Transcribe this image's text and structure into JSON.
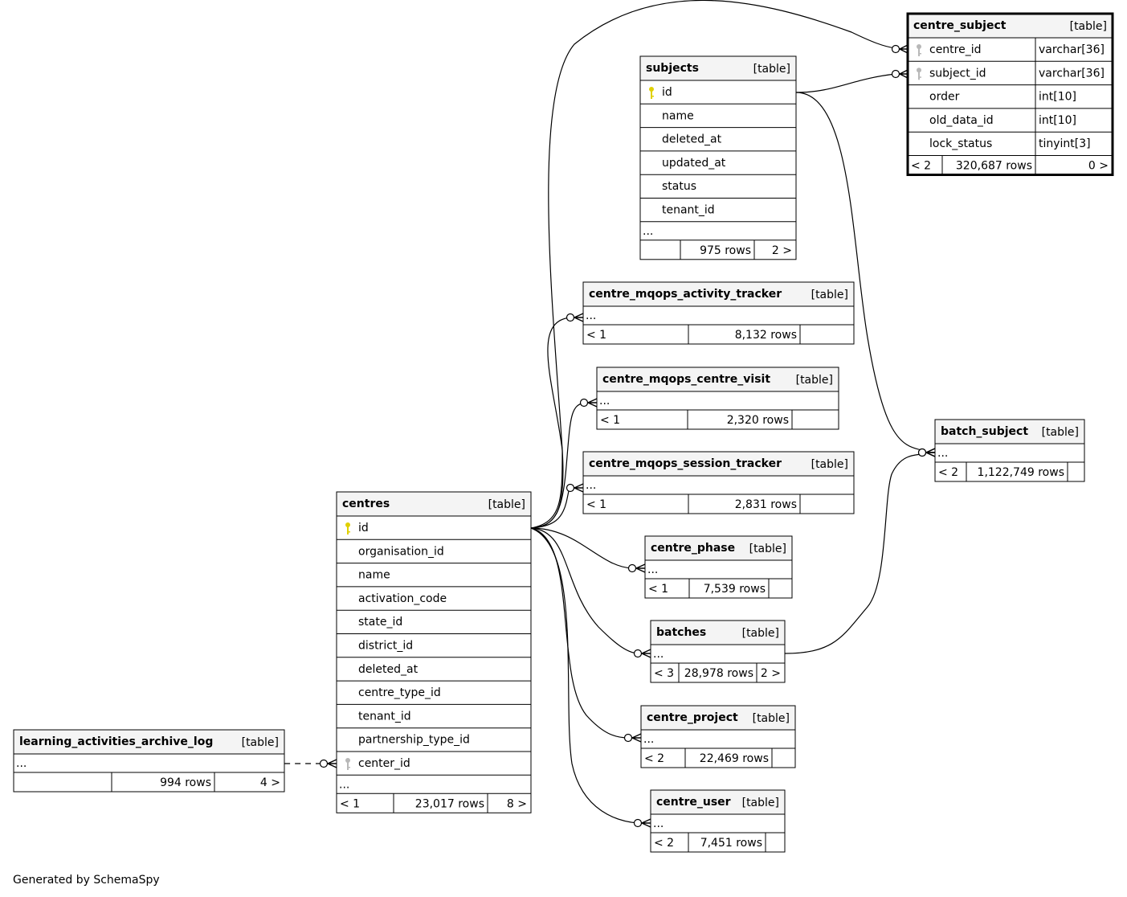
{
  "footer": "Generated by SchemaSpy",
  "type_label": "[table]",
  "ellipsis": "...",
  "colors": {
    "primary_key": "#e0d000",
    "foreign_key": "#b8b8b8",
    "header_bg": "#f4f4f4"
  },
  "tables": {
    "centre_subject": {
      "name": "centre_subject",
      "focus": true,
      "columns": [
        {
          "name": "centre_id",
          "type": "varchar[36]",
          "key": "foreign"
        },
        {
          "name": "subject_id",
          "type": "varchar[36]",
          "key": "foreign"
        },
        {
          "name": "order",
          "type": "int[10]",
          "key": ""
        },
        {
          "name": "old_data_id",
          "type": "int[10]",
          "key": ""
        },
        {
          "name": "lock_status",
          "type": "tinyint[3]",
          "key": ""
        }
      ],
      "footer": {
        "parents": "< 2",
        "rows": "320,687 rows",
        "children": "0 >"
      }
    },
    "subjects": {
      "name": "subjects",
      "columns": [
        {
          "name": "id",
          "key": "primary"
        },
        {
          "name": "name",
          "key": ""
        },
        {
          "name": "deleted_at",
          "key": ""
        },
        {
          "name": "updated_at",
          "key": ""
        },
        {
          "name": "status",
          "key": ""
        },
        {
          "name": "tenant_id",
          "key": ""
        }
      ],
      "has_more": true,
      "footer": {
        "parents": "",
        "rows": "975 rows",
        "children": "2 >"
      }
    },
    "centre_mqops_activity_tracker": {
      "name": "centre_mqops_activity_tracker",
      "footer": {
        "parents": "< 1",
        "rows": "8,132 rows",
        "children": ""
      }
    },
    "centre_mqops_centre_visit": {
      "name": "centre_mqops_centre_visit",
      "footer": {
        "parents": "< 1",
        "rows": "2,320 rows",
        "children": ""
      }
    },
    "centre_mqops_session_tracker": {
      "name": "centre_mqops_session_tracker",
      "footer": {
        "parents": "< 1",
        "rows": "2,831 rows",
        "children": ""
      }
    },
    "batch_subject": {
      "name": "batch_subject",
      "footer": {
        "parents": "< 2",
        "rows": "1,122,749 rows",
        "children": ""
      }
    },
    "centres": {
      "name": "centres",
      "columns": [
        {
          "name": "id",
          "key": "primary"
        },
        {
          "name": "organisation_id",
          "key": ""
        },
        {
          "name": "name",
          "key": ""
        },
        {
          "name": "activation_code",
          "key": ""
        },
        {
          "name": "state_id",
          "key": ""
        },
        {
          "name": "district_id",
          "key": ""
        },
        {
          "name": "deleted_at",
          "key": ""
        },
        {
          "name": "centre_type_id",
          "key": ""
        },
        {
          "name": "tenant_id",
          "key": ""
        },
        {
          "name": "partnership_type_id",
          "key": ""
        },
        {
          "name": "center_id",
          "key": "foreign"
        }
      ],
      "has_more": true,
      "footer": {
        "parents": "< 1",
        "rows": "23,017 rows",
        "children": "8 >"
      }
    },
    "centre_phase": {
      "name": "centre_phase",
      "footer": {
        "parents": "< 1",
        "rows": "7,539 rows",
        "children": ""
      }
    },
    "batches": {
      "name": "batches",
      "footer": {
        "parents": "< 3",
        "rows": "28,978 rows",
        "children": "2 >"
      }
    },
    "centre_project": {
      "name": "centre_project",
      "footer": {
        "parents": "< 2",
        "rows": "22,469 rows",
        "children": ""
      }
    },
    "centre_user": {
      "name": "centre_user",
      "footer": {
        "parents": "< 2",
        "rows": "7,451 rows",
        "children": ""
      }
    },
    "learning_activities_archive_log": {
      "name": "learning_activities_archive_log",
      "footer": {
        "parents": "",
        "rows": "994 rows",
        "children": "4 >"
      }
    }
  },
  "relationships": [
    {
      "from": "centres.id",
      "to": "centre_subject.centre_id",
      "style": "solid"
    },
    {
      "from": "subjects.id",
      "to": "centre_subject.subject_id",
      "style": "solid"
    },
    {
      "from": "subjects.id",
      "to": "batch_subject",
      "style": "solid"
    },
    {
      "from": "batches",
      "to": "batch_subject",
      "style": "solid"
    },
    {
      "from": "centres.id",
      "to": "centre_mqops_activity_tracker",
      "style": "solid"
    },
    {
      "from": "centres.id",
      "to": "centre_mqops_centre_visit",
      "style": "solid"
    },
    {
      "from": "centres.id",
      "to": "centre_mqops_session_tracker",
      "style": "solid"
    },
    {
      "from": "centres.id",
      "to": "centre_phase",
      "style": "solid"
    },
    {
      "from": "centres.id",
      "to": "batches",
      "style": "solid"
    },
    {
      "from": "centres.id",
      "to": "centre_project",
      "style": "solid"
    },
    {
      "from": "centres.id",
      "to": "centre_user",
      "style": "solid"
    },
    {
      "from": "learning_activities_archive_log",
      "to": "centres.center_id",
      "style": "dashed"
    }
  ]
}
